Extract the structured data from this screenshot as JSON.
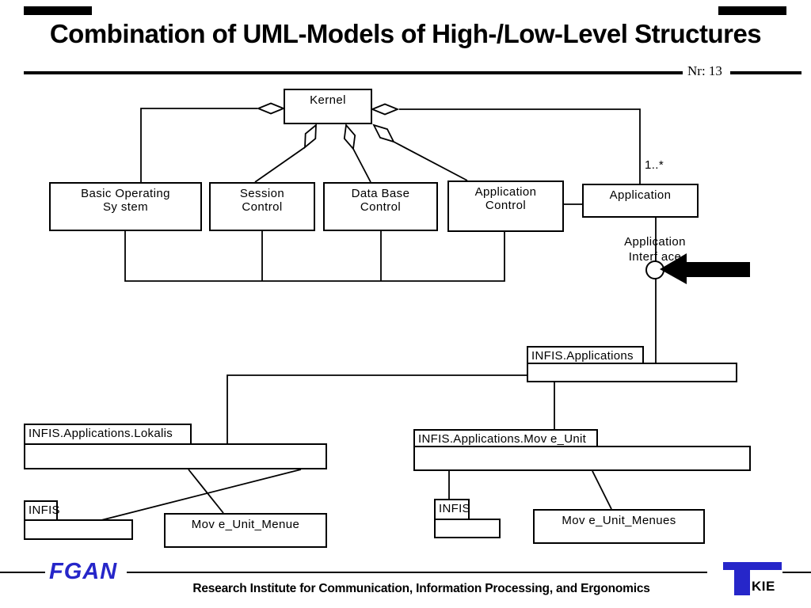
{
  "slide": {
    "title": "Combination of UML-Models of High-/Low-Level Structures",
    "page_number": "Nr: 13"
  },
  "diagram": {
    "nodes": {
      "kernel": "Kernel",
      "basic_operating_system": "Basic Operating\nSy stem",
      "session_control": "Session\nControl",
      "data_base_control": "Data Base\nControl",
      "application_control": "Application\nControl",
      "application": "Application",
      "move_unit_menue": "Mov e_Unit_Menue",
      "move_unit_menues": "Mov e_Unit_Menues"
    },
    "packages": {
      "infis_applications": "INFIS.Applications",
      "lokalis": "INFIS.Applications.Lokalis",
      "move_unit": "INFIS.Applications.Mov e_Unit",
      "infis_left": "INFIS",
      "infis_right": "INFIS"
    },
    "labels": {
      "multiplicity": "1..*",
      "interface": "Application\nInterf ace"
    }
  },
  "footer": {
    "org": "FGAN",
    "institute": "Research Institute for Communication, Information Processing, and Ergonomics",
    "logo_text": "KIE"
  },
  "colors": {
    "accent_blue": "#2626c9",
    "line": "#000000"
  }
}
